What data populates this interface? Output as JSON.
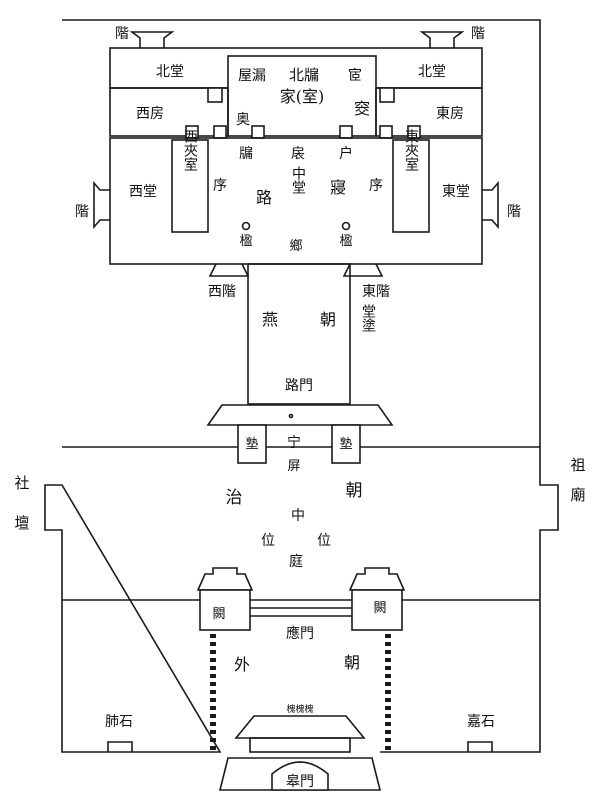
{
  "diagram": {
    "stroke_color": "#1a1a1a",
    "background": "#ffffff",
    "labels": {
      "stair_nw": "階",
      "stair_ne": "階",
      "north_hall_w": "北堂",
      "north_hall_e": "北堂",
      "north_chamber": "北牖",
      "house_leak": "屋漏",
      "house_room": "家(室)",
      "corner_se_room": "窔",
      "corner_ne_room": "宧",
      "corner_sw_room": "奥",
      "west_room": "西房",
      "east_room": "東房",
      "west_hall": "西堂",
      "east_hall": "東堂",
      "west_side_room": "西夾室",
      "east_side_room": "東夾室",
      "west_xu": "序",
      "east_xu": "序",
      "yong": "牖",
      "yi": "扆",
      "hu": "户",
      "lu_qin": "路",
      "qin": "寢",
      "zhong_tang": "中堂",
      "ying_w": "楹",
      "ying_e": "楹",
      "xiang": "鄉",
      "stair_w_side": "階",
      "stair_e_side": "階",
      "west_stair": "西階",
      "east_stair": "東階",
      "yan": "燕",
      "chao_inner": "朝",
      "tang_tu": "堂塗",
      "lu_men": "路門",
      "shu_w": "塾",
      "shu_e": "塾",
      "zhu": "宁",
      "ping": "屏",
      "she": "社",
      "tan": "壇",
      "zu": "祖",
      "miao": "廟",
      "zhi": "治",
      "chao_middle": "朝",
      "zhong": "中",
      "wei_w": "位",
      "wei_e": "位",
      "ting": "庭",
      "que_w": "闕",
      "que_e": "闕",
      "ying_men": "應門",
      "wai": "外",
      "chao_outer": "朝",
      "huai_trees": "槐槐槐",
      "fei_shi": "肺石",
      "jia_shi": "嘉石",
      "gao_men": "皋門"
    }
  }
}
